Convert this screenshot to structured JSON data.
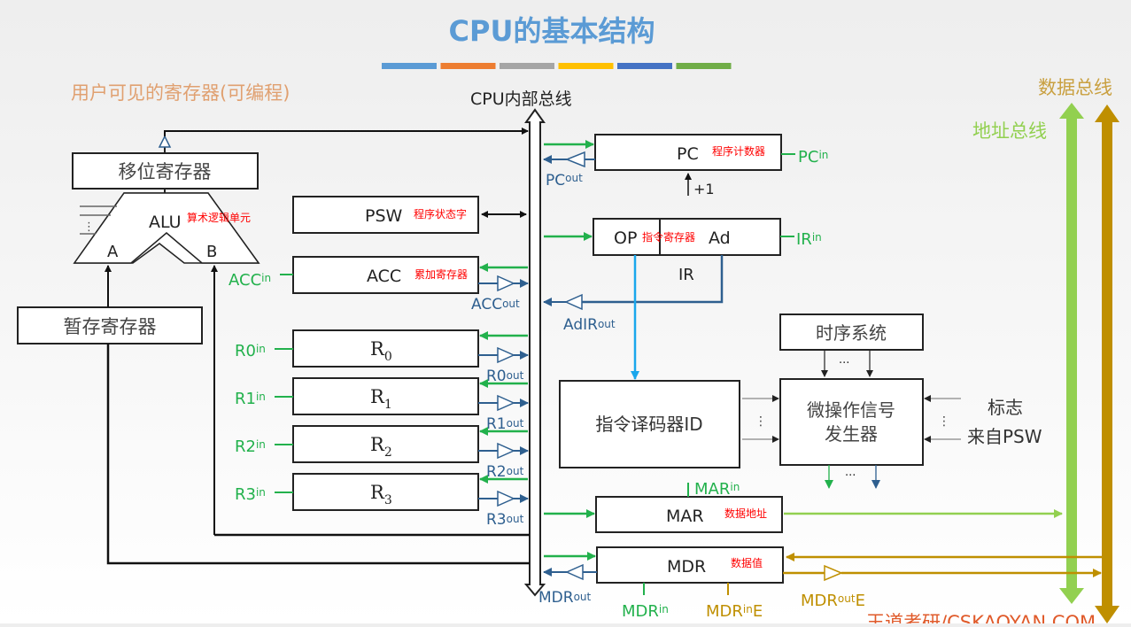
{
  "title": "CPU的基本结构",
  "title_bar_colors": [
    "#5b9bd5",
    "#ed7d31",
    "#a5a5a5",
    "#ffc000",
    "#4472c4",
    "#70ad47"
  ],
  "colors": {
    "title": "#5b9bd5",
    "user_visible": "#e0a070",
    "control_in": "#22b14c",
    "control_out": "#2e5f8f",
    "ir_op_line": "#1aa7ec",
    "address_bus": "#92d050",
    "data_bus": "#bf8f00",
    "annotation": "#ff0000",
    "watermark": "#e05a2a"
  },
  "labels": {
    "user_visible_registers": "用户可见的寄存器(可编程)",
    "internal_bus": "CPU内部总线",
    "address_bus": "地址总线",
    "data_bus": "数据总线",
    "watermark": "王道考研/CSKAOYAN.COM"
  },
  "blocks": {
    "shifter": "移位寄存器",
    "alu": {
      "name": "ALU",
      "note": "算术逻辑单元",
      "input_a": "A",
      "input_b": "B"
    },
    "temp": "暂存寄存器",
    "psw": {
      "name": "PSW",
      "note": "程序状态字"
    },
    "acc": {
      "name": "ACC",
      "note": "累加寄存器"
    },
    "registers": [
      {
        "base": "R",
        "sub": "0",
        "in": "R0",
        "out": "R0"
      },
      {
        "base": "R",
        "sub": "1",
        "in": "R1",
        "out": "R1"
      },
      {
        "base": "R",
        "sub": "2",
        "in": "R2",
        "out": "R2"
      },
      {
        "base": "R",
        "sub": "3",
        "in": "R3",
        "out": "R3"
      }
    ],
    "pc": {
      "name": "PC",
      "note": "程序计数器",
      "increment": "+1"
    },
    "ir": {
      "op": "OP",
      "ad": "Ad",
      "name": "IR",
      "note": "指令寄存器"
    },
    "timing": "时序系统",
    "decoder": "指令译码器ID",
    "micro_op": [
      "微操作信号",
      "发生器"
    ],
    "flags": [
      "标志",
      "来自PSW"
    ],
    "mar": {
      "name": "MAR",
      "note": "数据地址"
    },
    "mdr": {
      "name": "MDR",
      "note": "数据值"
    },
    "ellipsis_h": "···",
    "ellipsis_v": "⋮"
  },
  "signals": {
    "acc_in": {
      "base": "ACC",
      "suffix": "in"
    },
    "acc_out": {
      "base": "ACC",
      "suffix": "out"
    },
    "pc_in": {
      "base": "PC",
      "suffix": "in"
    },
    "pc_out": {
      "base": "PC",
      "suffix": "out"
    },
    "ir_in": {
      "base": "IR",
      "suffix": "in"
    },
    "adir_out": {
      "base": "AdIR",
      "suffix": "out"
    },
    "mar_in": {
      "base": "MAR",
      "suffix": "in"
    },
    "mdr_out": {
      "base": "MDR",
      "suffix": "out"
    },
    "mdr_in": {
      "base": "MDR",
      "suffix": "in"
    },
    "mdr_in_e": {
      "base": "MDR",
      "suffix": "in",
      "tail": "E"
    },
    "mdr_out_e": {
      "base": "MDR",
      "suffix": "out",
      "tail": "E"
    },
    "in_suffix": "in",
    "out_suffix": "out"
  }
}
